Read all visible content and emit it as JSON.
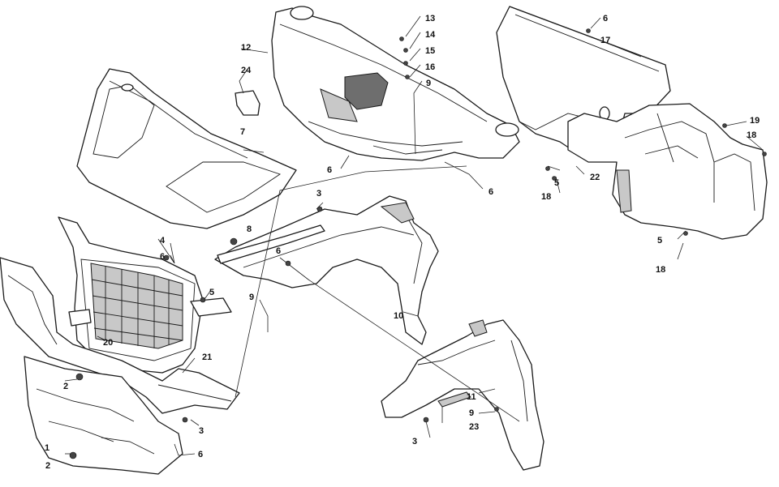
{
  "callouts": [
    {
      "id": "c1",
      "label": "1"
    },
    {
      "id": "c2a",
      "label": "2"
    },
    {
      "id": "c2b",
      "label": "2"
    },
    {
      "id": "c3a",
      "label": "3"
    },
    {
      "id": "c3b",
      "label": "3"
    },
    {
      "id": "c3c",
      "label": "3"
    },
    {
      "id": "c4",
      "label": "4"
    },
    {
      "id": "c5a",
      "label": "5"
    },
    {
      "id": "c5b",
      "label": "5"
    },
    {
      "id": "c5c",
      "label": "5"
    },
    {
      "id": "c6a",
      "label": "6"
    },
    {
      "id": "c6b",
      "label": "6"
    },
    {
      "id": "c6c",
      "label": "6"
    },
    {
      "id": "c6d",
      "label": "6"
    },
    {
      "id": "c6e",
      "label": "6"
    },
    {
      "id": "c6f",
      "label": "6"
    },
    {
      "id": "c7",
      "label": "7"
    },
    {
      "id": "c8",
      "label": "8"
    },
    {
      "id": "c9a",
      "label": "9"
    },
    {
      "id": "c9b",
      "label": "9"
    },
    {
      "id": "c9c",
      "label": "9"
    },
    {
      "id": "c10",
      "label": "10"
    },
    {
      "id": "c11",
      "label": "11"
    },
    {
      "id": "c12",
      "label": "12"
    },
    {
      "id": "c13",
      "label": "13"
    },
    {
      "id": "c14",
      "label": "14"
    },
    {
      "id": "c15",
      "label": "15"
    },
    {
      "id": "c16",
      "label": "16"
    },
    {
      "id": "c17",
      "label": "17"
    },
    {
      "id": "c18a",
      "label": "18"
    },
    {
      "id": "c18b",
      "label": "18"
    },
    {
      "id": "c18c",
      "label": "18"
    },
    {
      "id": "c19",
      "label": "19"
    },
    {
      "id": "c20",
      "label": "20"
    },
    {
      "id": "c21",
      "label": "21"
    },
    {
      "id": "c22",
      "label": "22"
    },
    {
      "id": "c23",
      "label": "23"
    },
    {
      "id": "c24",
      "label": "24"
    }
  ]
}
